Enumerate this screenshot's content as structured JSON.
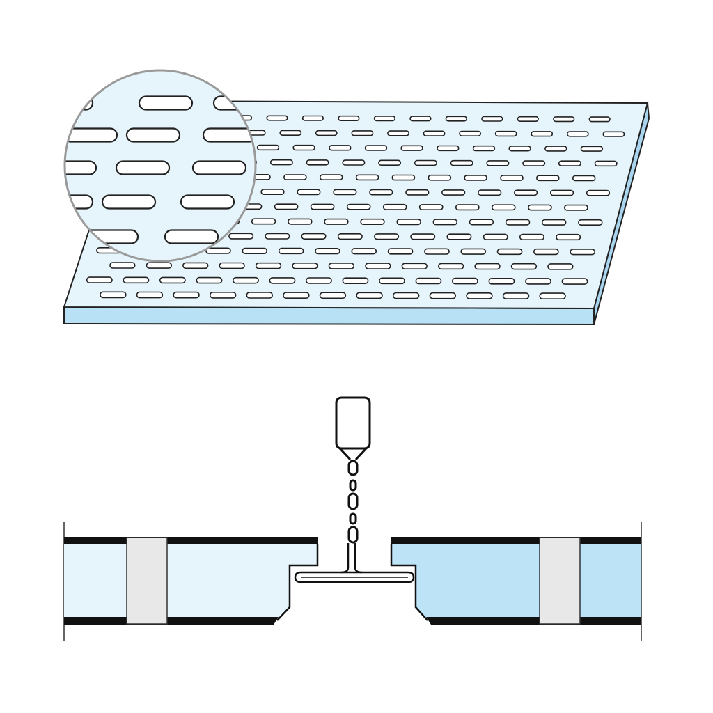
{
  "figure": {
    "panels": [
      {
        "name": "perforated-panel-perspective",
        "pattern": "slotted-perforation",
        "magnifier": true
      },
      {
        "name": "grid-ceiling-section",
        "components": [
          "ceiling-board-left",
          "ceiling-board-right",
          "t-bar-profile",
          "hanger-rod",
          "acoustic-insert-left",
          "acoustic-insert-right"
        ]
      }
    ],
    "colors": {
      "board_face": "#e6f4fb",
      "board_edge": "#b9e1f5",
      "board_right": "#bde3f6",
      "insert": "#e8e8e8",
      "outline": "#222222",
      "magnifier_ring": "#9a9a9a"
    },
    "perforation": {
      "rows_visible": 13,
      "slots_per_row": 13
    }
  }
}
